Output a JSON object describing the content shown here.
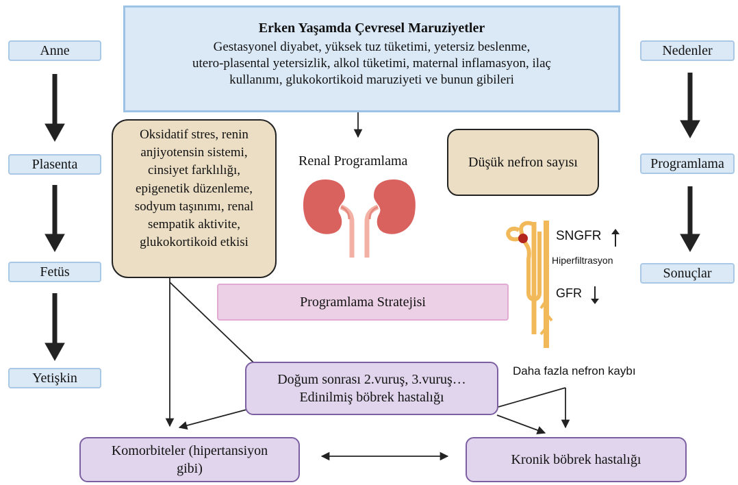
{
  "left_column": [
    "Anne",
    "Plasenta",
    "Fetüs",
    "Yetişkin"
  ],
  "right_column": [
    "Nedenler",
    "Programlama",
    "Sonuçlar"
  ],
  "top_box": {
    "title": "Erken Yaşamda Çevresel Maruziyetler",
    "lines": [
      "Gestasyonel diyabet, yüksek tuz tüketimi, yetersiz beslenme,",
      "utero-plasental yetersizlik, alkol tüketimi, maternal inflamasyon, ilaç",
      "kullanımı, glukokortikoid maruziyeti ve bunun gibileri"
    ]
  },
  "mechanisms_box": {
    "lines": [
      "Oksidatif stres, renin",
      "anjiyotensin sistemi,",
      "cinsiyet farklılığı,",
      "epigenetik düzenleme,",
      "sodyum taşınımı, renal",
      "sempatik aktivite,",
      "glukokortikoid etkisi"
    ]
  },
  "renal_programming_label": "Renal Programlama",
  "low_nephron_label": "Düşük nefron sayısı",
  "nephron_graphic": {
    "sngfr": "SNGFR",
    "hyperfiltration": "Hiperfiltrasyon",
    "gfr": "GFR",
    "loss_label": "Daha fazla nefron kaybı"
  },
  "strategy_label": "Programlama Stratejisi",
  "postnatal_box": {
    "line1": "Doğum sonrası 2.vuruş, 3.vuruş…",
    "line2": "Edinilmiş böbrek hastalığı"
  },
  "comorbidities_box": {
    "line1": "Komorbiteler (hipertansiyon",
    "line2": "gibi)"
  },
  "ckd_label": "Kronik böbrek hastalığı",
  "colors": {
    "blue_fill": "#dbe9f6",
    "blue_border": "#9cc3e5",
    "tan_fill": "#ebdec4",
    "pink_fill": "#ecd1e6",
    "pink_border": "#e2a9d3",
    "lavender_fill": "#e0d5ec",
    "lavender_border": "#7b5fa2",
    "kidney": "#d9625f",
    "nephron": "#f2b95a"
  }
}
